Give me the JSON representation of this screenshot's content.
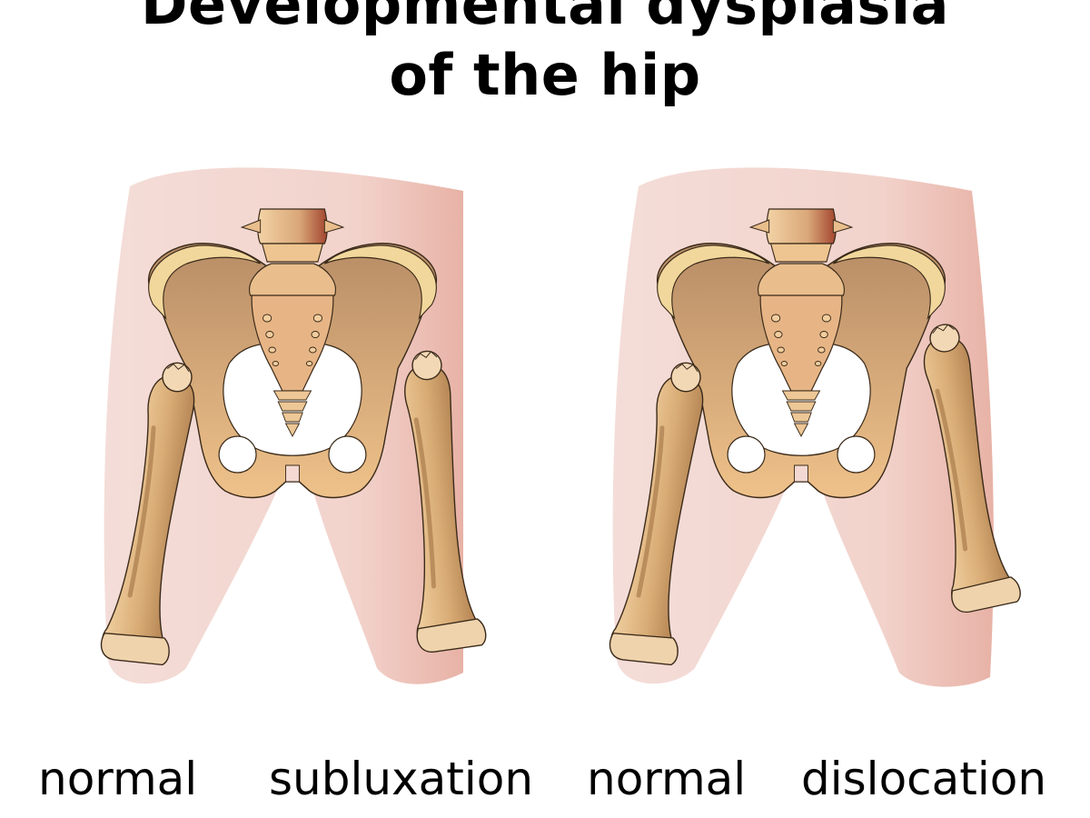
{
  "title": {
    "line1": "Developmental dysplasia",
    "line2": "of the hip"
  },
  "captions": {
    "left_figure_left": "normal",
    "left_figure_right": "subluxation",
    "right_figure_left": "normal",
    "right_figure_right": "dislocation"
  },
  "colors": {
    "skin": "#f3d5cf",
    "skin_shadow": "#e9b3a6",
    "bone": "#d8a66a",
    "bone_light": "#f1ce98",
    "bone_dark": "#9a6b3c",
    "vertebra": "#b0523c",
    "outline": "#3a2a1a"
  }
}
